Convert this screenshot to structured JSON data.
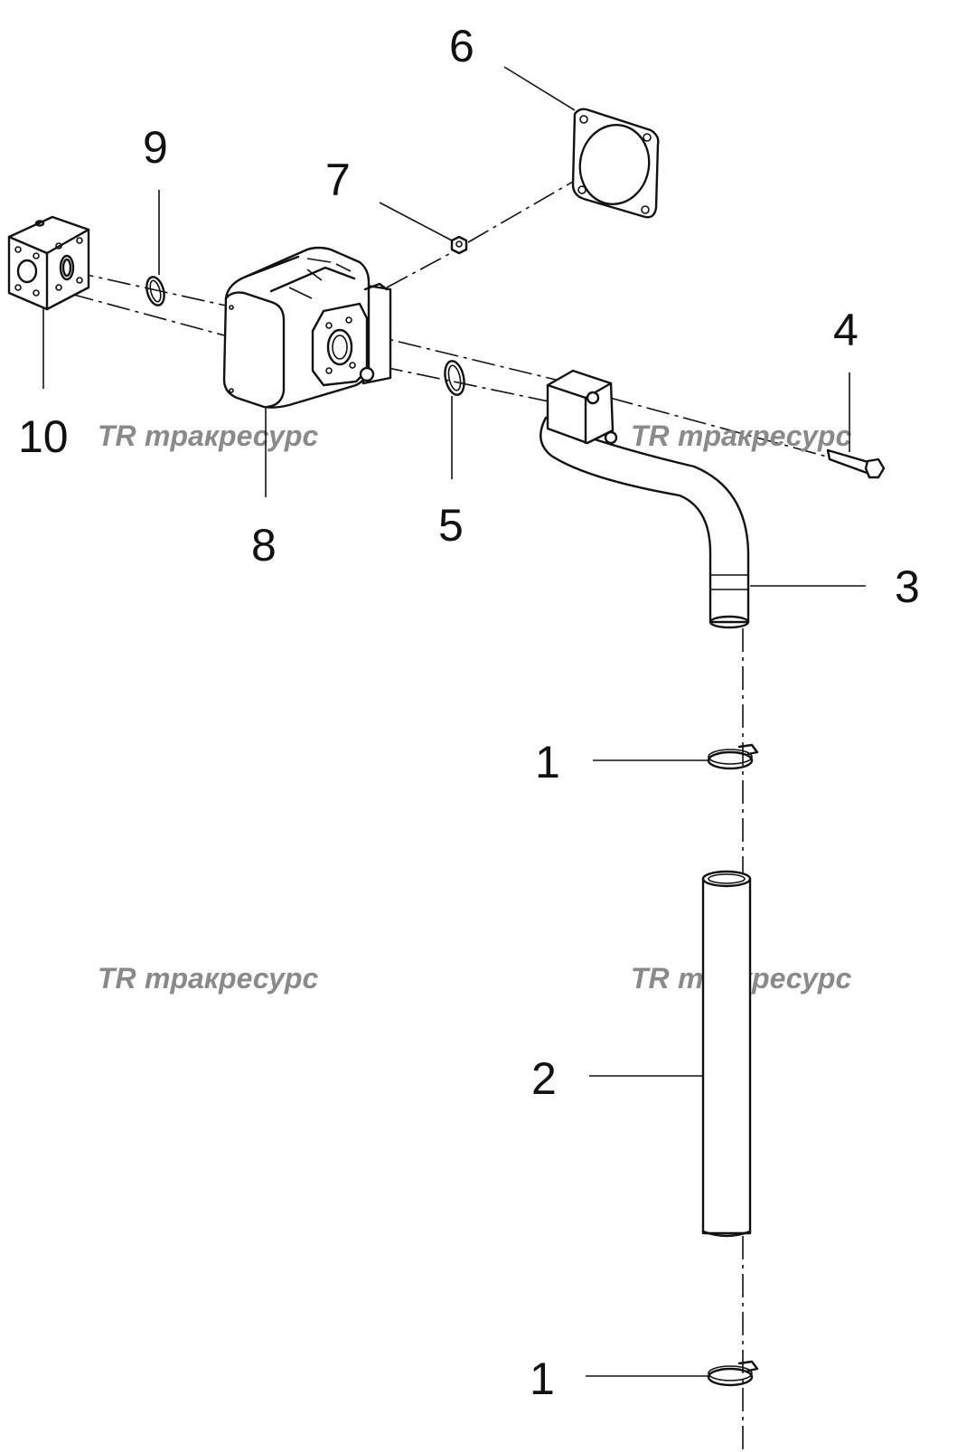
{
  "callouts": {
    "c1a": "1",
    "c1b": "1",
    "c2": "2",
    "c3": "3",
    "c4": "4",
    "c5": "5",
    "c6": "6",
    "c7": "7",
    "c8": "8",
    "c9": "9",
    "c10": "10"
  },
  "watermark": {
    "logo": "TR",
    "text": "тракресурс"
  }
}
